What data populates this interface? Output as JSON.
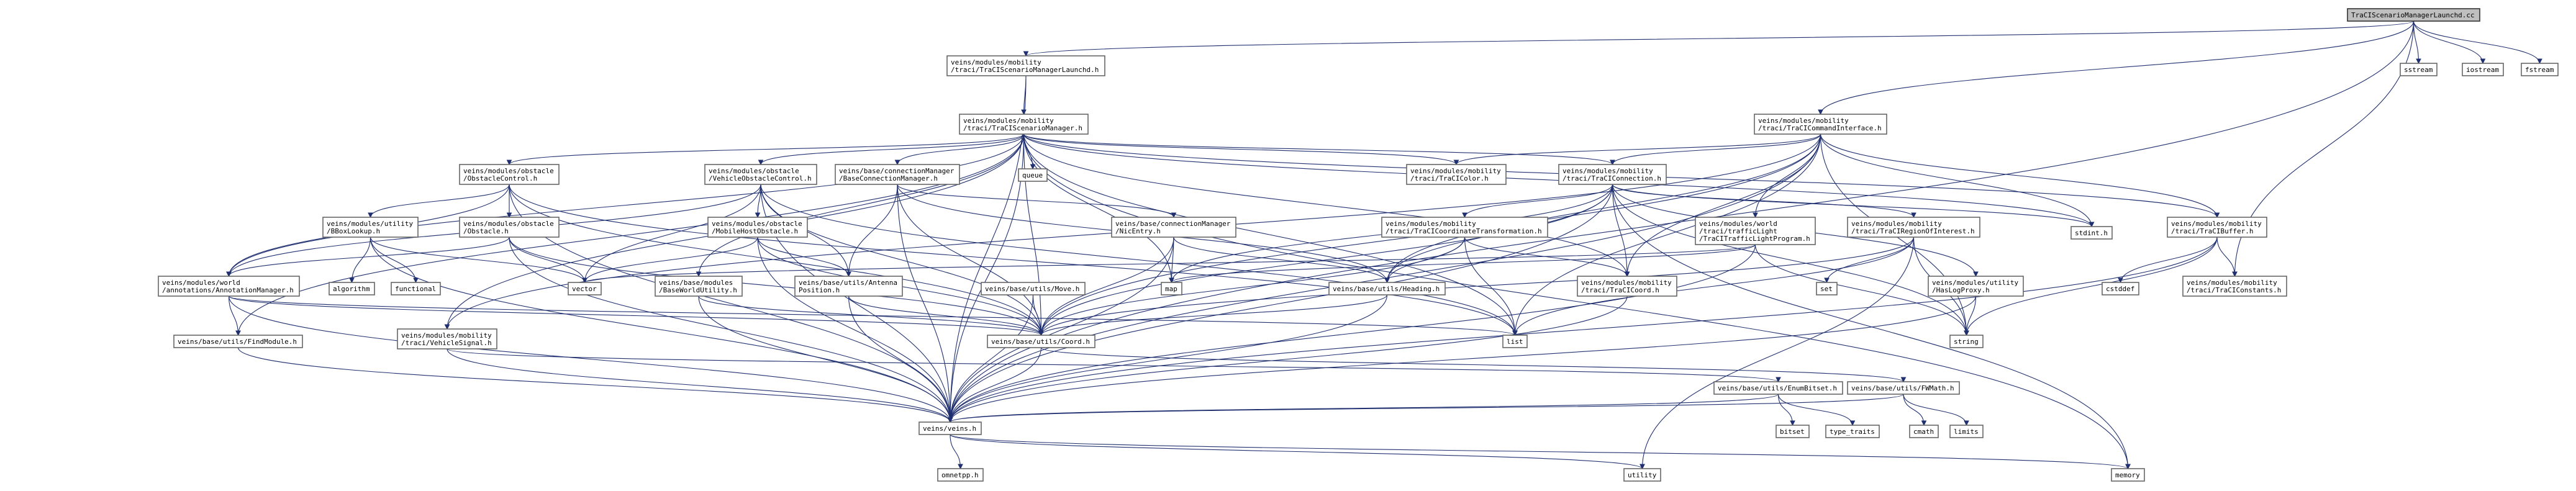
{
  "graph_title": "TraCIScenarioManagerLaunchd.cc",
  "nodes": [
    {
      "id": "root",
      "lines": [
        "TraCIScenarioManagerLaunchd.cc"
      ],
      "root": true
    },
    {
      "id": "launchd_h",
      "lines": [
        "veins/modules/mobility",
        "/traci/TraCIScenarioManagerLaunchd.h"
      ]
    },
    {
      "id": "sstream",
      "lines": [
        "sstream"
      ]
    },
    {
      "id": "iostream",
      "lines": [
        "iostream"
      ]
    },
    {
      "id": "fstream",
      "lines": [
        "fstream"
      ]
    },
    {
      "id": "scenmgr_h",
      "lines": [
        "veins/modules/mobility",
        "/traci/TraCIScenarioManager.h"
      ]
    },
    {
      "id": "cmdiface_h",
      "lines": [
        "veins/modules/mobility",
        "/traci/TraCICommandInterface.h"
      ]
    },
    {
      "id": "obstaclecontrol_h",
      "lines": [
        "veins/modules/obstacle",
        "/ObstacleControl.h"
      ]
    },
    {
      "id": "vehobstaclecontrol_h",
      "lines": [
        "veins/modules/obstacle",
        "/VehicleObstacleControl.h"
      ]
    },
    {
      "id": "baseconnmgr_h",
      "lines": [
        "veins/base/connectionManager",
        "/BaseConnectionManager.h"
      ]
    },
    {
      "id": "queue",
      "lines": [
        "queue"
      ]
    },
    {
      "id": "tracicolor_h",
      "lines": [
        "veins/modules/mobility",
        "/traci/TraCIColor.h"
      ]
    },
    {
      "id": "traciconn_h",
      "lines": [
        "veins/modules/mobility",
        "/traci/TraCIConnection.h"
      ]
    },
    {
      "id": "stdint_h",
      "lines": [
        "stdint.h"
      ]
    },
    {
      "id": "tracibuffer_h",
      "lines": [
        "veins/modules/mobility",
        "/traci/TraCIBuffer.h"
      ]
    },
    {
      "id": "bboxlookup_h",
      "lines": [
        "veins/modules/utility",
        "/BBoxLookup.h"
      ]
    },
    {
      "id": "obstacle_h",
      "lines": [
        "veins/modules/obstacle",
        "/Obstacle.h"
      ]
    },
    {
      "id": "mobilehostobstacle_h",
      "lines": [
        "veins/modules/obstacle",
        "/MobileHostObstacle.h"
      ]
    },
    {
      "id": "nicentry_h",
      "lines": [
        "veins/base/connectionManager",
        "/NicEntry.h"
      ]
    },
    {
      "id": "coordtransform_h",
      "lines": [
        "veins/modules/mobility",
        "/traci/TraCICoordinateTransformation.h"
      ]
    },
    {
      "id": "trafficlight_h",
      "lines": [
        "veins/modules/world",
        "/traci/trafficLight",
        "/TraCITrafficLightProgram.h"
      ]
    },
    {
      "id": "regionofinterest_h",
      "lines": [
        "veins/modules/mobility",
        "/traci/TraCIRegionOfInterest.h"
      ]
    },
    {
      "id": "cstddef",
      "lines": [
        "cstddef"
      ]
    },
    {
      "id": "algorithm",
      "lines": [
        "algorithm"
      ]
    },
    {
      "id": "functional",
      "lines": [
        "functional"
      ]
    },
    {
      "id": "vector",
      "lines": [
        "vector"
      ]
    },
    {
      "id": "map",
      "lines": [
        "map"
      ]
    },
    {
      "id": "set",
      "lines": [
        "set"
      ]
    },
    {
      "id": "annotationmanager_h",
      "lines": [
        "veins/modules/world",
        "/annotations/AnnotationManager.h"
      ]
    },
    {
      "id": "baseworldutility_h",
      "lines": [
        "veins/base/modules",
        "/BaseWorldUtility.h"
      ]
    },
    {
      "id": "antennaposition_h",
      "lines": [
        "veins/base/utils/Antenna",
        "Position.h"
      ]
    },
    {
      "id": "move_h",
      "lines": [
        "veins/base/utils/Move.h"
      ]
    },
    {
      "id": "heading_h",
      "lines": [
        "veins/base/utils/Heading.h"
      ]
    },
    {
      "id": "traciccoord_h",
      "lines": [
        "veins/modules/mobility",
        "/traci/TraCICoord.h"
      ]
    },
    {
      "id": "headingproxy_h",
      "lines": [
        "veins/modules/utility",
        "/HasLogProxy.h"
      ]
    },
    {
      "id": "traciconstants_h",
      "lines": [
        "veins/modules/mobility",
        "/traci/TraCIConstants.h"
      ]
    },
    {
      "id": "findmodule_h",
      "lines": [
        "veins/base/utils/FindModule.h"
      ]
    },
    {
      "id": "vehiclesignal_h",
      "lines": [
        "veins/modules/mobility",
        "/traci/VehicleSignal.h"
      ]
    },
    {
      "id": "coord_h",
      "lines": [
        "veins/base/utils/Coord.h"
      ]
    },
    {
      "id": "list",
      "lines": [
        "list"
      ]
    },
    {
      "id": "string",
      "lines": [
        "string"
      ]
    },
    {
      "id": "enumbitset_h",
      "lines": [
        "veins/base/utils/EnumBitset.h"
      ]
    },
    {
      "id": "fwmath_h",
      "lines": [
        "veins/base/utils/FWMath.h"
      ]
    },
    {
      "id": "bitset",
      "lines": [
        "bitset"
      ]
    },
    {
      "id": "type_traits",
      "lines": [
        "type_traits"
      ]
    },
    {
      "id": "cmath",
      "lines": [
        "cmath"
      ]
    },
    {
      "id": "limits",
      "lines": [
        "limits"
      ]
    },
    {
      "id": "veins_h",
      "lines": [
        "veins/veins.h"
      ]
    },
    {
      "id": "omnetpp_h",
      "lines": [
        "omnetpp.h"
      ]
    },
    {
      "id": "utility",
      "lines": [
        "utility"
      ]
    },
    {
      "id": "memory",
      "lines": [
        "memory"
      ]
    }
  ],
  "edges": [
    [
      "root",
      "launchd_h"
    ],
    [
      "root",
      "sstream"
    ],
    [
      "root",
      "iostream"
    ],
    [
      "root",
      "fstream"
    ],
    [
      "root",
      "cmdiface_h"
    ],
    [
      "root",
      "traciconstants_h"
    ],
    [
      "root",
      "veins_h"
    ],
    [
      "launchd_h",
      "scenmgr_h"
    ],
    [
      "launchd_h",
      "veins_h"
    ],
    [
      "scenmgr_h",
      "queue"
    ],
    [
      "scenmgr_h",
      "obstaclecontrol_h"
    ],
    [
      "scenmgr_h",
      "vehobstaclecontrol_h"
    ],
    [
      "scenmgr_h",
      "baseconnmgr_h"
    ],
    [
      "scenmgr_h",
      "tracicolor_h"
    ],
    [
      "scenmgr_h",
      "traciconn_h"
    ],
    [
      "scenmgr_h",
      "stdint_h"
    ],
    [
      "scenmgr_h",
      "tracibuffer_h"
    ],
    [
      "scenmgr_h",
      "memory"
    ],
    [
      "scenmgr_h",
      "list"
    ],
    [
      "scenmgr_h",
      "map"
    ],
    [
      "scenmgr_h",
      "veins_h"
    ],
    [
      "scenmgr_h",
      "coord_h"
    ],
    [
      "scenmgr_h",
      "baseworldutility_h"
    ],
    [
      "scenmgr_h",
      "vehiclesignal_h"
    ],
    [
      "scenmgr_h",
      "findmodule_h"
    ],
    [
      "scenmgr_h",
      "annotationmanager_h"
    ],
    [
      "scenmgr_h",
      "traciccoord_h"
    ],
    [
      "cmdiface_h",
      "tracicolor_h"
    ],
    [
      "cmdiface_h",
      "traciconn_h"
    ],
    [
      "cmdiface_h",
      "stdint_h"
    ],
    [
      "cmdiface_h",
      "list"
    ],
    [
      "cmdiface_h",
      "string"
    ],
    [
      "cmdiface_h",
      "coord_h"
    ],
    [
      "cmdiface_h",
      "traciccoord_h"
    ],
    [
      "cmdiface_h",
      "veins_h"
    ],
    [
      "cmdiface_h",
      "heading_h"
    ],
    [
      "cmdiface_h",
      "trafficlight_h"
    ],
    [
      "cmdiface_h",
      "vehiclesignal_h"
    ],
    [
      "cmdiface_h",
      "tracibuffer_h"
    ],
    [
      "obstaclecontrol_h",
      "obstacle_h"
    ],
    [
      "obstaclecontrol_h",
      "bboxlookup_h"
    ],
    [
      "obstaclecontrol_h",
      "annotationmanager_h"
    ],
    [
      "obstaclecontrol_h",
      "veins_h"
    ],
    [
      "obstaclecontrol_h",
      "coord_h"
    ],
    [
      "obstaclecontrol_h",
      "list"
    ],
    [
      "vehobstaclecontrol_h",
      "mobilehostobstacle_h"
    ],
    [
      "vehobstaclecontrol_h",
      "annotationmanager_h"
    ],
    [
      "vehobstaclecontrol_h",
      "antennaposition_h"
    ],
    [
      "vehobstaclecontrol_h",
      "veins_h"
    ],
    [
      "vehobstaclecontrol_h",
      "coord_h"
    ],
    [
      "vehobstaclecontrol_h",
      "list"
    ],
    [
      "vehobstaclecontrol_h",
      "vector"
    ],
    [
      "baseconnmgr_h",
      "nicentry_h"
    ],
    [
      "baseconnmgr_h",
      "antennaposition_h"
    ],
    [
      "baseconnmgr_h",
      "coord_h"
    ],
    [
      "baseconnmgr_h",
      "veins_h"
    ],
    [
      "baseconnmgr_h",
      "heading_h"
    ],
    [
      "traciconn_h",
      "coordtransform_h"
    ],
    [
      "traciconn_h",
      "regionofinterest_h"
    ],
    [
      "traciconn_h",
      "traciccoord_h"
    ],
    [
      "traciconn_h",
      "headingproxy_h"
    ],
    [
      "traciconn_h",
      "stdint_h"
    ],
    [
      "traciconn_h",
      "memory"
    ],
    [
      "traciconn_h",
      "veins_h"
    ],
    [
      "traciconn_h",
      "heading_h"
    ],
    [
      "traciconn_h",
      "coord_h"
    ],
    [
      "traciconn_h",
      "map"
    ],
    [
      "traciconn_h",
      "string"
    ],
    [
      "tracibuffer_h",
      "traciconstants_h"
    ],
    [
      "tracibuffer_h",
      "cstddef"
    ],
    [
      "tracibuffer_h",
      "string"
    ],
    [
      "tracibuffer_h",
      "veins_h"
    ],
    [
      "bboxlookup_h",
      "algorithm"
    ],
    [
      "bboxlookup_h",
      "functional"
    ],
    [
      "bboxlookup_h",
      "vector"
    ],
    [
      "bboxlookup_h",
      "veins_h"
    ],
    [
      "obstacle_h",
      "vector"
    ],
    [
      "obstacle_h",
      "coord_h"
    ],
    [
      "obstacle_h",
      "annotationmanager_h"
    ],
    [
      "obstacle_h",
      "veins_h"
    ],
    [
      "mobilehostobstacle_h",
      "vector"
    ],
    [
      "mobilehostobstacle_h",
      "coord_h"
    ],
    [
      "mobilehostobstacle_h",
      "antennaposition_h"
    ],
    [
      "mobilehostobstacle_h",
      "veins_h"
    ],
    [
      "nicentry_h",
      "map"
    ],
    [
      "nicentry_h",
      "coord_h"
    ],
    [
      "nicentry_h",
      "heading_h"
    ],
    [
      "nicentry_h",
      "veins_h"
    ],
    [
      "coordtransform_h",
      "traciccoord_h"
    ],
    [
      "coordtransform_h",
      "heading_h"
    ],
    [
      "coordtransform_h",
      "list"
    ],
    [
      "coordtransform_h",
      "coord_h"
    ],
    [
      "trafficlight_h",
      "vector"
    ],
    [
      "trafficlight_h",
      "string"
    ],
    [
      "trafficlight_h",
      "map"
    ],
    [
      "trafficlight_h",
      "veins_h"
    ],
    [
      "regionofinterest_h",
      "set"
    ],
    [
      "regionofinterest_h",
      "list"
    ],
    [
      "regionofinterest_h",
      "string"
    ],
    [
      "regionofinterest_h",
      "utility"
    ],
    [
      "regionofinterest_h",
      "coord_h"
    ],
    [
      "annotationmanager_h",
      "findmodule_h"
    ],
    [
      "annotationmanager_h",
      "coord_h"
    ],
    [
      "annotationmanager_h",
      "list"
    ],
    [
      "annotationmanager_h",
      "veins_h"
    ],
    [
      "baseworldutility_h",
      "coord_h"
    ],
    [
      "baseworldutility_h",
      "veins_h"
    ],
    [
      "antennaposition_h",
      "coord_h"
    ],
    [
      "antennaposition_h",
      "veins_h"
    ],
    [
      "move_h",
      "coord_h"
    ],
    [
      "move_h",
      "veins_h"
    ],
    [
      "heading_h",
      "coord_h"
    ],
    [
      "heading_h",
      "veins_h"
    ],
    [
      "traciccoord_h",
      "veins_h"
    ],
    [
      "headingproxy_h",
      "string"
    ],
    [
      "headingproxy_h",
      "veins_h"
    ],
    [
      "findmodule_h",
      "veins_h"
    ],
    [
      "vehiclesignal_h",
      "enumbitset_h"
    ],
    [
      "vehiclesignal_h",
      "veins_h"
    ],
    [
      "coord_h",
      "fwmath_h"
    ],
    [
      "coord_h",
      "veins_h"
    ],
    [
      "enumbitset_h",
      "bitset"
    ],
    [
      "enumbitset_h",
      "type_traits"
    ],
    [
      "enumbitset_h",
      "veins_h"
    ],
    [
      "fwmath_h",
      "cmath"
    ],
    [
      "fwmath_h",
      "limits"
    ],
    [
      "fwmath_h",
      "veins_h"
    ],
    [
      "veins_h",
      "omnetpp_h"
    ],
    [
      "veins_h",
      "utility"
    ],
    [
      "veins_h",
      "memory"
    ]
  ]
}
